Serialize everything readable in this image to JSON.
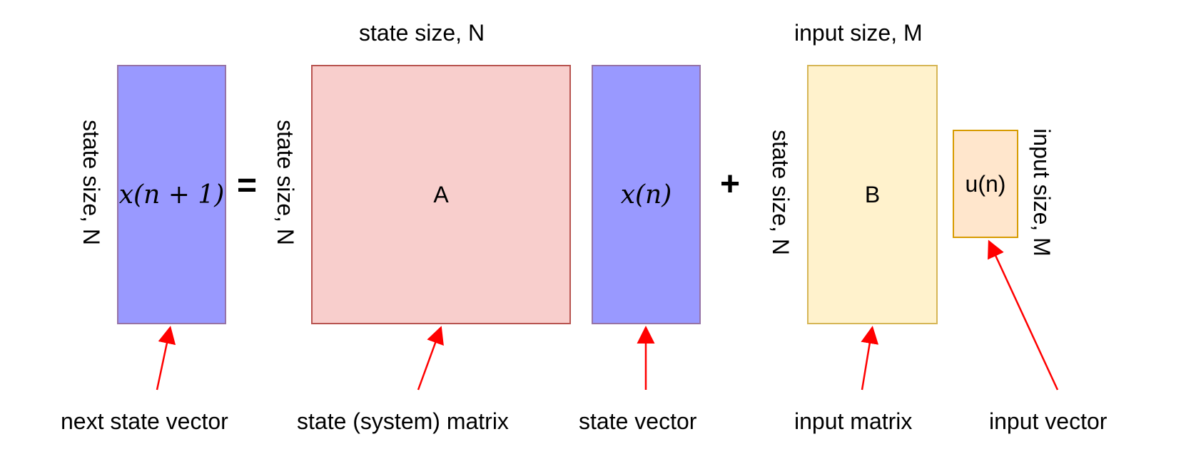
{
  "top_labels": {
    "state_size_n": "state size, N",
    "input_size_m": "input size, M"
  },
  "side_labels": {
    "next_state_rows": "state size, N",
    "a_rows": "state size, N",
    "b_rows": "state size, N",
    "u_rows": "input size, M"
  },
  "blocks": {
    "next_state": "x(n + 1)",
    "a_matrix": "A",
    "state": "x(n)",
    "b_matrix": "B",
    "input": "u(n)"
  },
  "operators": {
    "equals": "=",
    "plus": "+"
  },
  "captions": {
    "next_state_vector": "next state vector",
    "state_matrix": "state (system) matrix",
    "state_vector": "state vector",
    "input_matrix": "input matrix",
    "input_vector": "input vector"
  },
  "colors": {
    "vector_fill": "#9999ff",
    "state_matrix_fill": "#f8cecc",
    "input_matrix_fill": "#fff2cc",
    "input_vector_fill": "#ffe6cc",
    "arrow": "#ff0000"
  }
}
